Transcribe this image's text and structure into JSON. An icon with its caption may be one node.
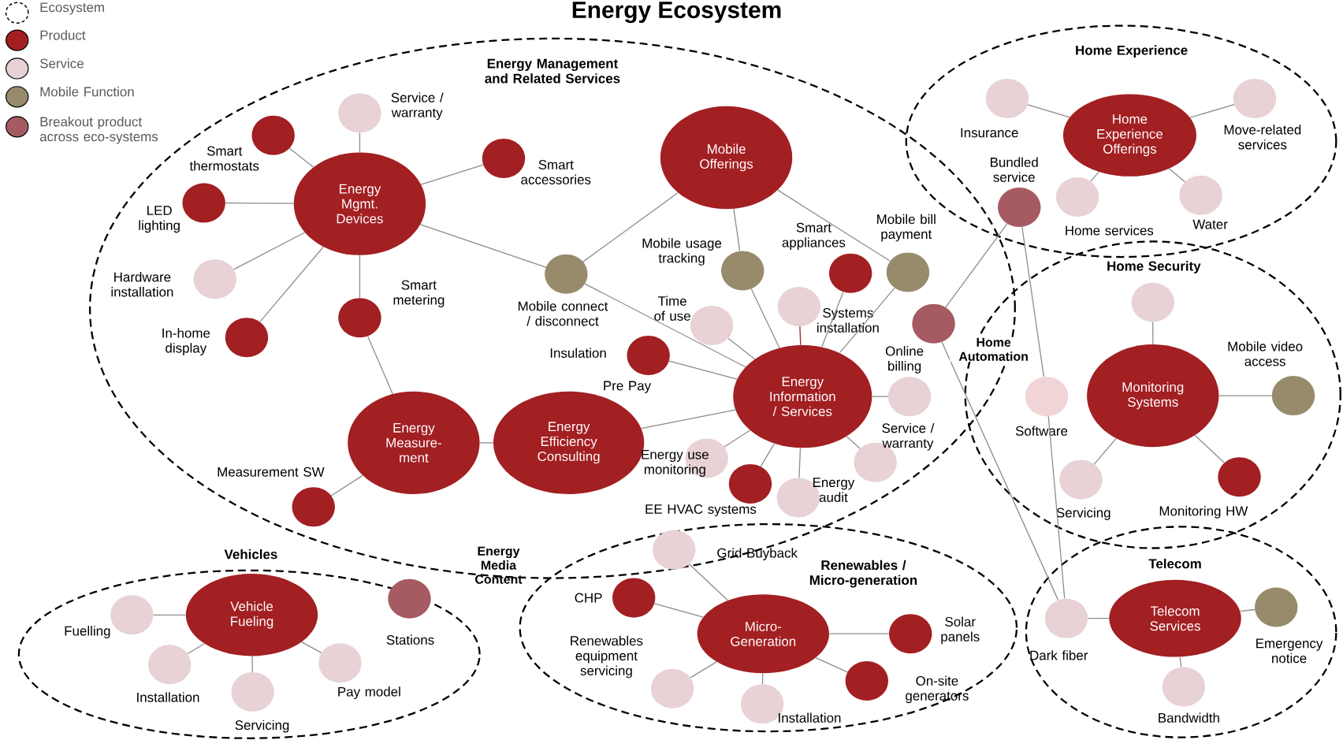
{
  "diagram": {
    "title": "Energy Ecosystem",
    "nodes": [
      {
        "text": [
          "Energy Management and Related Services"
        ]
      },
      {
        "text": [
          "Energy Mgmt. Devices"
        ],
        "in": 0
      },
      {
        "text": [],
        "shape": "circle",
        "beside": [
          "Smart thermostats"
        ],
        "in": 0
      },
      {
        "text": [],
        "shape": "circle",
        "beside": [
          "Service / warranty"
        ],
        "in": 0
      },
      {
        "text": [],
        "shape": "circle",
        "beside": [
          "Smart accessories"
        ],
        "in": 0
      },
      {
        "text": [],
        "shape": "circle",
        "beside": [
          "LED lighting"
        ],
        "in": 0
      },
      {
        "text": [],
        "shape": "circle",
        "beside": [
          "Hardware installation"
        ],
        "in": 0
      },
      {
        "text": [],
        "shape": "circle",
        "beside": [
          "In-home display"
        ],
        "in": 0
      },
      {
        "text": [],
        "shape": "circle",
        "beside": [
          "Smart metering"
        ],
        "in": 0
      },
      {
        "text": [
          "Mobile Offerings"
        ],
        "in": 0
      },
      {
        "text": [],
        "shape": "circle",
        "beside": [
          "Mobile connect / disconnect"
        ],
        "in": 0
      },
      {
        "text": [],
        "shape": "circle",
        "beside": [
          "Mobile usage tracking"
        ],
        "in": 0
      },
      {
        "text": [],
        "shape": "circle",
        "beside": [
          "Smart appliances"
        ],
        "in": 0
      },
      {
        "text": [],
        "shape": "circle",
        "beside": [
          "Mobile bill payment"
        ],
        "in": 0
      },
      {
        "text": [],
        "shape": "circle",
        "beside": [
          "Time of use"
        ],
        "in": 0
      },
      {
        "text": [],
        "shape": "circle",
        "beside": [
          "Systems installation"
        ],
        "in": 0
      },
      {
        "text": [],
        "shape": "circle",
        "beside": [
          "Insulation"
        ],
        "in": 0
      },
      {
        "text": [
          "Energy Information / Services"
        ],
        "in": 0
      },
      {
        "text": [],
        "shape": "circle",
        "beside": [
          "Online billing"
        ],
        "in": 0
      },
      {
        "text": [
          "Energy Measure-ment"
        ],
        "in": 0
      },
      {
        "text": [
          "Energy Efficiency Consulting"
        ],
        "in": 0
      },
      {
        "text": [],
        "shape": "circle",
        "beside": [
          "Measurement SW"
        ],
        "in": 0
      },
      {
        "text": [],
        "shape": "circle",
        "beside": [
          "Energy use monitoring"
        ],
        "in": 0
      },
      {
        "text": [],
        "shape": "circle",
        "beside": [
          "EE HVAC systems"
        ],
        "in": 0
      },
      {
        "text": [],
        "shape": "circle",
        "beside": [
          "Energy audit"
        ],
        "in": 0
      },
      {
        "text": [],
        "shape": "circle",
        "beside": [
          "Service / warranty"
        ],
        "in": 0
      },
      {
        "text": [],
        "shape": "circle",
        "in": 0
      },
      {
        "text": [
          "Home Experience"
        ]
      },
      {
        "text": [
          "Home Experience Offerings"
        ],
        "in": 27
      },
      {
        "text": [],
        "shape": "circle",
        "beside": [
          "Insurance"
        ],
        "in": 27
      },
      {
        "text": [],
        "shape": "circle",
        "beside": [
          "Move-related services"
        ],
        "in": 27
      },
      {
        "text": [],
        "shape": "circle",
        "beside": [
          "Bundled service"
        ],
        "in": 27
      },
      {
        "text": [],
        "shape": "circle",
        "beside": [
          "Home services"
        ],
        "in": 27
      },
      {
        "text": [],
        "shape": "circle",
        "beside": [
          "Water"
        ],
        "in": 27
      },
      {
        "text": [
          "Home Security"
        ]
      },
      {
        "text": [],
        "shape": "circle",
        "in": 34
      },
      {
        "text": [
          "Monitoring Systems"
        ],
        "in": 34
      },
      {
        "text": [],
        "shape": "circle",
        "beside": [
          "Mobile video access"
        ],
        "in": 34
      },
      {
        "text": [],
        "shape": "circle",
        "beside": [
          "Software"
        ],
        "in": 34
      },
      {
        "text": [],
        "shape": "circle",
        "beside": [
          "Servicing"
        ],
        "in": 34
      },
      {
        "text": [],
        "shape": "circle",
        "beside": [
          "Monitoring HW"
        ],
        "in": 34
      },
      {
        "text": [
          "Vehicles"
        ]
      },
      {
        "text": [
          "Vehicle Fueling"
        ],
        "in": 41
      },
      {
        "text": [],
        "shape": "circle",
        "beside": [
          "Fuelling"
        ],
        "in": 41
      },
      {
        "text": [],
        "shape": "circle",
        "beside": [
          "Stations"
        ],
        "in": 41
      },
      {
        "text": [],
        "shape": "circle",
        "beside": [
          "Installation"
        ],
        "in": 41
      },
      {
        "text": [],
        "shape": "circle",
        "beside": [
          "Servicing"
        ],
        "in": 41
      },
      {
        "text": [],
        "shape": "circle",
        "beside": [
          "Pay model"
        ],
        "in": 41
      },
      {
        "text": [
          "Renewables / Micro-generation"
        ]
      },
      {
        "text": [
          "Micro-Generation"
        ],
        "in": 48
      },
      {
        "text": [],
        "shape": "circle",
        "beside": [
          "Grid Buyback"
        ]
      },
      {
        "text": [],
        "shape": "circle",
        "beside": [
          "CHP"
        ],
        "in": 48
      },
      {
        "text": [],
        "shape": "circle",
        "beside": [
          "Solar panels"
        ],
        "in": 48
      },
      {
        "text": [],
        "shape": "circle",
        "beside": [
          "Renewables equipment servicing"
        ],
        "in": 48
      },
      {
        "text": [],
        "shape": "circle",
        "beside": [
          "Installation"
        ],
        "in": 48
      },
      {
        "text": [],
        "shape": "circle",
        "beside": [
          "On-site generators"
        ],
        "in": 48
      },
      {
        "text": [
          "Telecom"
        ]
      },
      {
        "text": [
          "Telecom Services"
        ],
        "in": 56
      },
      {
        "text": [],
        "shape": "circle",
        "beside": [
          "Dark fiber"
        ],
        "in": 56
      },
      {
        "text": [],
        "shape": "circle",
        "beside": [
          "Emergency notice"
        ],
        "in": 56
      },
      {
        "text": [],
        "shape": "circle",
        "beside": [
          "Bandwidth"
        ],
        "in": 56
      }
    ],
    "edges": [
      {
        "from": 1,
        "to": 2,
        "arrow": "none"
      },
      {
        "from": 1,
        "to": 3,
        "arrow": "none"
      },
      {
        "from": 1,
        "to": 4,
        "arrow": "none"
      },
      {
        "from": 1,
        "to": 5,
        "arrow": "none"
      },
      {
        "from": 1,
        "to": 6,
        "arrow": "none"
      },
      {
        "from": 1,
        "to": 7,
        "arrow": "none"
      },
      {
        "from": 1,
        "to": 8,
        "arrow": "none"
      },
      {
        "from": 1,
        "to": 10,
        "arrow": "none"
      },
      {
        "from": 8,
        "to": 19,
        "arrow": "none"
      },
      {
        "from": 19,
        "to": 21,
        "arrow": "none"
      },
      {
        "from": 19,
        "to": 20,
        "arrow": "none"
      },
      {
        "from": 20,
        "to": 17,
        "arrow": "none"
      },
      {
        "from": 9,
        "to": 10,
        "arrow": "none"
      },
      {
        "from": 10,
        "to": 17,
        "arrow": "none"
      },
      {
        "from": 9,
        "to": 11,
        "arrow": "none"
      },
      {
        "from": 9,
        "to": 13,
        "arrow": "none"
      },
      {
        "from": 17,
        "to": 11,
        "arrow": "none"
      },
      {
        "from": 17,
        "to": 12,
        "arrow": "none"
      },
      {
        "from": 17,
        "to": 13,
        "arrow": "none"
      },
      {
        "from": 17,
        "to": 14,
        "arrow": "none"
      },
      {
        "from": 17,
        "to": 15,
        "arrow": "none",
        "color": "#a21f22"
      },
      {
        "from": 17,
        "to": 16,
        "arrow": "none"
      },
      {
        "from": 17,
        "to": 18,
        "arrow": "none"
      },
      {
        "from": 17,
        "to": 22,
        "arrow": "none"
      },
      {
        "from": 17,
        "to": 23,
        "arrow": "none"
      },
      {
        "from": 17,
        "to": 24,
        "arrow": "none"
      },
      {
        "from": 17,
        "to": 25,
        "arrow": "none"
      },
      {
        "from": 26,
        "to": 31,
        "arrow": "none"
      },
      {
        "from": 26,
        "to": 58,
        "arrow": "none"
      },
      {
        "from": 31,
        "to": 38,
        "arrow": "none"
      },
      {
        "from": 38,
        "to": 58,
        "arrow": "none"
      },
      {
        "from": 28,
        "to": 29,
        "arrow": "none"
      },
      {
        "from": 28,
        "to": 30,
        "arrow": "none"
      },
      {
        "from": 28,
        "to": 32,
        "arrow": "none"
      },
      {
        "from": 28,
        "to": 33,
        "arrow": "none"
      },
      {
        "from": 36,
        "to": 35,
        "arrow": "none"
      },
      {
        "from": 36,
        "to": 37,
        "arrow": "none"
      },
      {
        "from": 36,
        "to": 39,
        "arrow": "none"
      },
      {
        "from": 36,
        "to": 40,
        "arrow": "none"
      },
      {
        "from": 42,
        "to": 43,
        "arrow": "none"
      },
      {
        "from": 42,
        "to": 45,
        "arrow": "none"
      },
      {
        "from": 42,
        "to": 46,
        "arrow": "none"
      },
      {
        "from": 42,
        "to": 47,
        "arrow": "none"
      },
      {
        "from": 49,
        "to": 50,
        "arrow": "none"
      },
      {
        "from": 49,
        "to": 51,
        "arrow": "none"
      },
      {
        "from": 49,
        "to": 52,
        "arrow": "none"
      },
      {
        "from": 49,
        "to": 53,
        "arrow": "none"
      },
      {
        "from": 49,
        "to": 54,
        "arrow": "none"
      },
      {
        "from": 49,
        "to": 55,
        "arrow": "none"
      },
      {
        "from": 57,
        "to": 58,
        "arrow": "none"
      },
      {
        "from": 57,
        "to": 59,
        "arrow": "none"
      },
      {
        "from": 57,
        "to": 60,
        "arrow": "none"
      }
    ],
    "labels": [
      "Pre Pay",
      "Home Automation",
      "Energy Media Content"
    ],
    "legend": [
      {
        "text": "Ecosystem"
      },
      {
        "text": "Product",
        "color": "#a21f22"
      },
      {
        "text": "Service",
        "color": "#e8d2d5"
      },
      {
        "text": "Mobile Function",
        "color": "#978b6b"
      },
      {
        "text": "Breakout product across eco-systems",
        "color": "#a65a62"
      }
    ]
  }
}
